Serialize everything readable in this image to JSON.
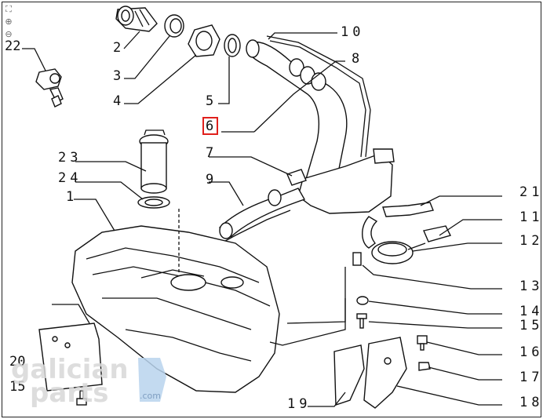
{
  "zoom": {
    "fit_glyph": "⛶",
    "zoom_in_glyph": "⊕",
    "zoom_out_glyph": "⊖"
  },
  "callouts": {
    "c22": "22",
    "c2": "2",
    "c3": "3",
    "c4": "4",
    "c5": "5",
    "c10": "10",
    "c8": "8",
    "c6": "6",
    "c7": "7",
    "c9": "9",
    "c23": "23",
    "c24": "24",
    "c1": "1",
    "c21": "21",
    "c11": "11",
    "c12": "12",
    "c13": "13",
    "c14": "14",
    "c15": "15",
    "c16": "16",
    "c17": "17",
    "c18": "18",
    "c19": "19",
    "c20": "20",
    "c15b": "15"
  },
  "watermark": {
    "line1": "galician",
    "line2": "parts",
    "suffix": ".com"
  },
  "colors": {
    "highlight": "#e0201c",
    "ink": "#111111",
    "watermark": "#d8d8d8"
  }
}
